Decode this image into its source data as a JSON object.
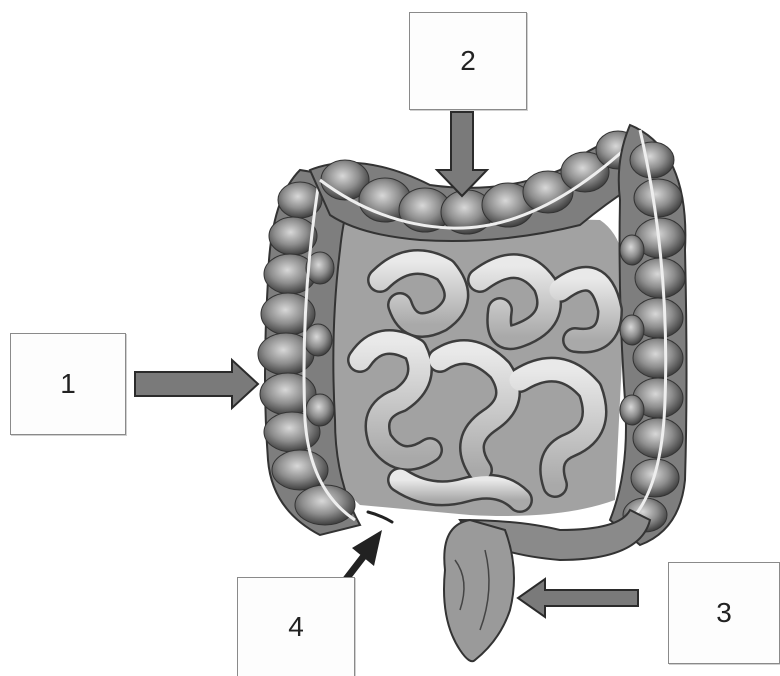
{
  "labels": {
    "label_1": "1",
    "label_2": "2",
    "label_3": "3",
    "label_4": "4"
  },
  "colors": {
    "arrow_fill": "#7a7a7a",
    "arrow_dark": "#2b2b2b",
    "colon": "#8c8c8c",
    "small_intestine": "#c9c9c9",
    "outline": "#3a3a3a"
  }
}
